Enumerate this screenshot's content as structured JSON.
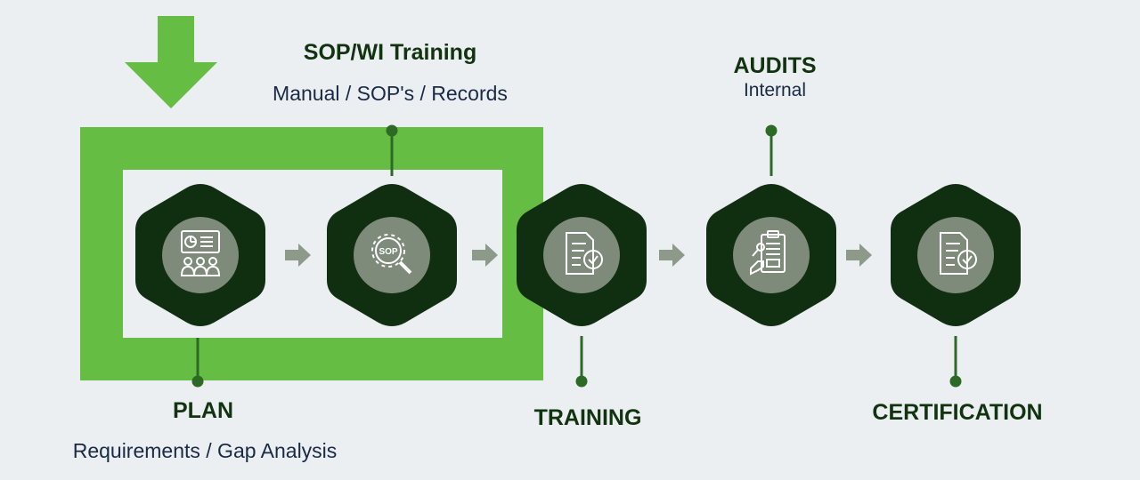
{
  "stages": [
    {
      "title": "PLAN",
      "subtitle": "Requirements / Gap Analysis",
      "icon": "presentation-icon"
    },
    {
      "title": "SOP/WI Training",
      "subtitle": "Manual / SOP's / Records",
      "icon": "sop-gear-magnifier-icon"
    },
    {
      "title": "TRAINING",
      "subtitle": "",
      "icon": "checklist-document-icon"
    },
    {
      "title": "AUDITS",
      "subtitle": "Internal",
      "icon": "clipboard-audit-icon"
    },
    {
      "title": "CERTIFICATION",
      "subtitle": "",
      "icon": "certificate-document-icon"
    }
  ],
  "sop_badge_text": "SOP",
  "colors": {
    "background": "#ebeff2",
    "frame_green": "#65bd43",
    "hexagon_dark": "#102e10",
    "icon_circle": "#7e8a7a",
    "arrow_gray": "#8d9989",
    "connector_green": "#2d6a25",
    "title_color": "#12330f",
    "subtitle_color": "#1a2a44"
  }
}
